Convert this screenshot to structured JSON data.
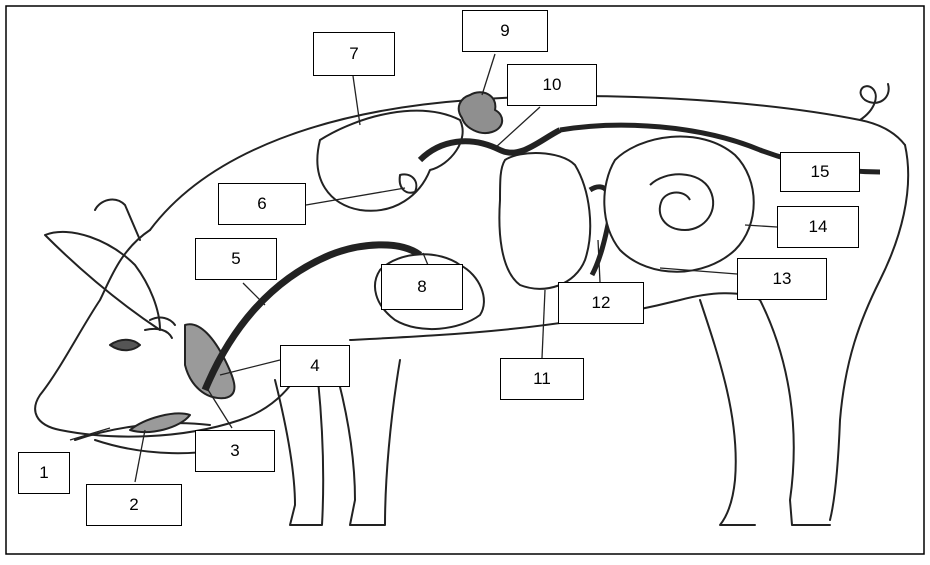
{
  "diagram": {
    "labels": [
      {
        "id": "1",
        "text": "1"
      },
      {
        "id": "2",
        "text": "2"
      },
      {
        "id": "3",
        "text": "3"
      },
      {
        "id": "4",
        "text": "4"
      },
      {
        "id": "5",
        "text": "5"
      },
      {
        "id": "6",
        "text": "6"
      },
      {
        "id": "7",
        "text": "7"
      },
      {
        "id": "8",
        "text": "8"
      },
      {
        "id": "9",
        "text": "9"
      },
      {
        "id": "10",
        "text": "10"
      },
      {
        "id": "11",
        "text": "11"
      },
      {
        "id": "12",
        "text": "12"
      },
      {
        "id": "13",
        "text": "13"
      },
      {
        "id": "14",
        "text": "14"
      },
      {
        "id": "15",
        "text": "15"
      }
    ]
  }
}
